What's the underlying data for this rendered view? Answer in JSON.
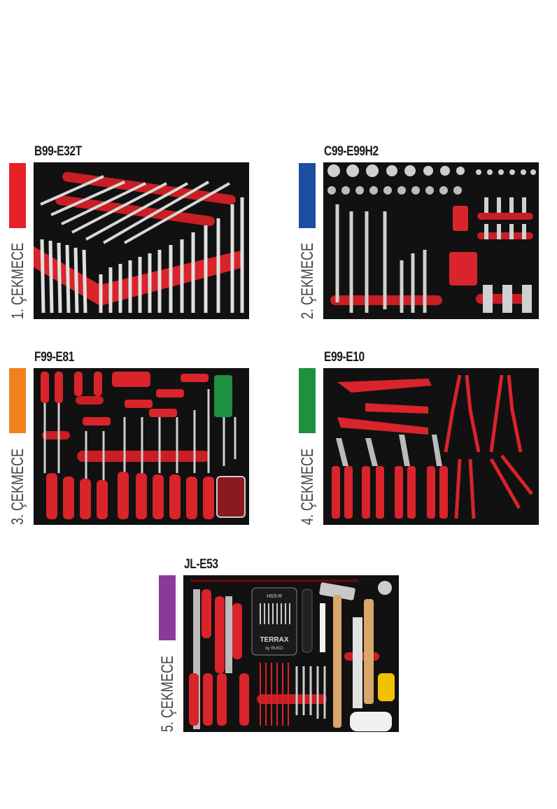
{
  "drawers": [
    {
      "code": "B99-E32T",
      "label": "1. ÇEKMECE",
      "color": "#e8202a"
    },
    {
      "code": "C99-E99H2",
      "label": "2. ÇEKMECE",
      "color": "#1d4fa0"
    },
    {
      "code": "F99-E81",
      "label": "3. ÇEKMECE",
      "color": "#f0821e"
    },
    {
      "code": "E99-E10",
      "label": "4. ÇEKMECE",
      "color": "#1e9040"
    },
    {
      "code": "JL-E53",
      "label": "5. ÇEKMECE",
      "color": "#8a3a9a"
    }
  ],
  "drill_box": {
    "line1": "HSS-R",
    "brand": "TERRAX",
    "sub": "by RUKO"
  }
}
